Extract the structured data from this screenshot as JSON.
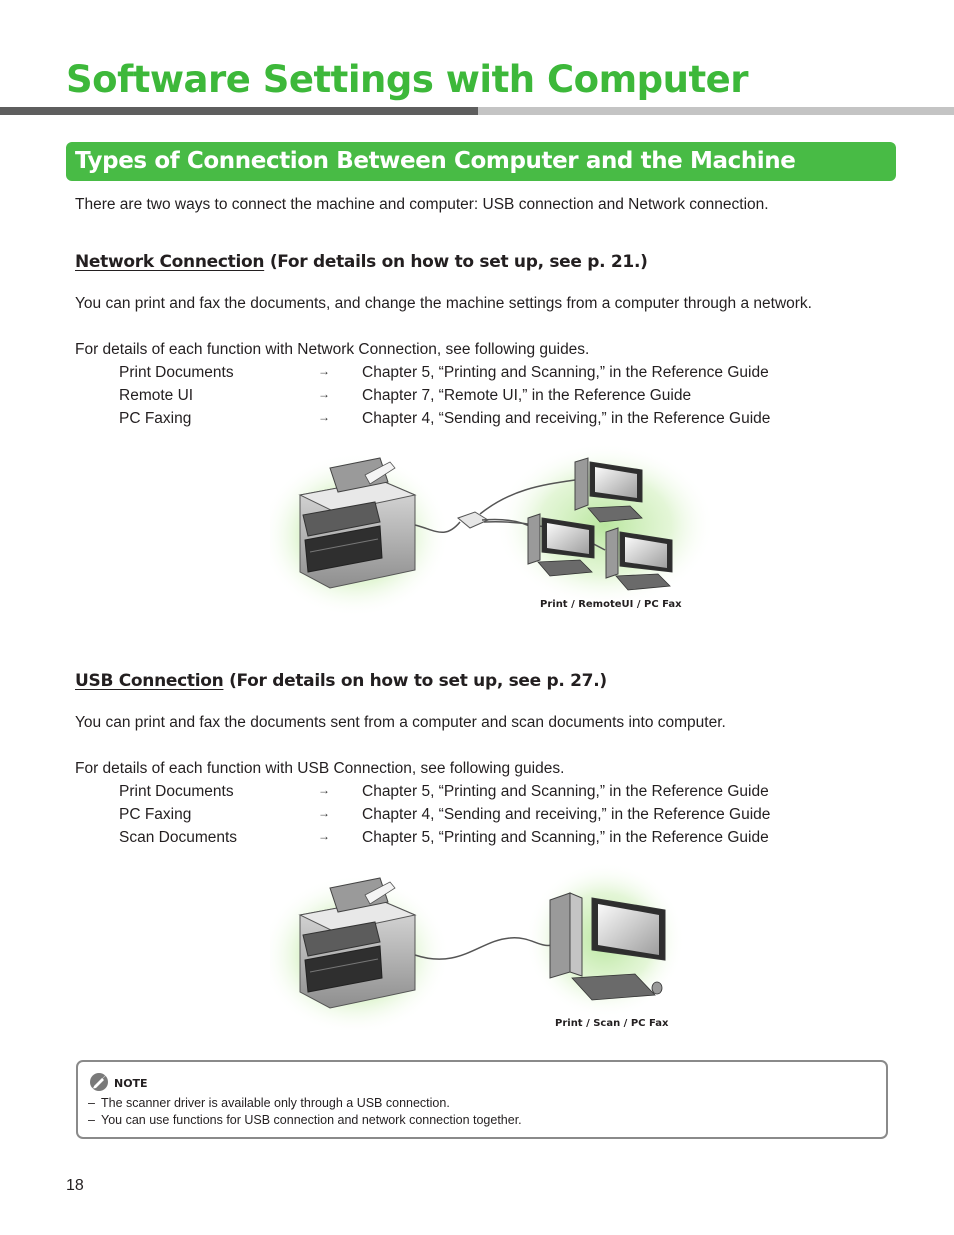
{
  "page": {
    "title": "Software Settings with Computer",
    "section_title": "Types of Connection Between Computer and the Machine",
    "intro": "There are two ways to connect the machine and computer: USB connection and Network connection.",
    "page_number": "18"
  },
  "network": {
    "heading": "Network Connection",
    "heading_detail": "(For details on how to set up, see p. 21.)",
    "description": "You can print and fax the documents, and change the machine settings from a computer through a network.",
    "guides_intro": "For details of each function with Network Connection, see following guides.",
    "guides": [
      {
        "function": "Print Documents",
        "reference": "Chapter 5, “Printing and Scanning,” in the Reference Guide"
      },
      {
        "function": "Remote UI",
        "reference": "Chapter 7, “Remote UI,” in the Reference Guide"
      },
      {
        "function": "PC Faxing",
        "reference": "Chapter 4, “Sending and receiving,” in the Reference Guide"
      }
    ],
    "diagram_caption": "Print / RemoteUI / PC Fax"
  },
  "usb": {
    "heading": "USB Connection",
    "heading_detail": "(For details on how to set up, see p. 27.)",
    "description": "You can print and fax the documents sent from a computer and scan documents into computer.",
    "guides_intro": "For details of each function with USB Connection, see following guides.",
    "guides": [
      {
        "function": "Print Documents",
        "reference": "Chapter 5, “Printing and Scanning,” in the Reference Guide"
      },
      {
        "function": "PC Faxing",
        "reference": "Chapter 4, “Sending and receiving,” in the Reference Guide"
      },
      {
        "function": "Scan Documents",
        "reference": "Chapter 5, “Printing and Scanning,” in the Reference Guide"
      }
    ],
    "diagram_caption": "Print / Scan / PC Fax"
  },
  "arrow_glyph": "→",
  "note": {
    "label": "NOTE",
    "dash": "–",
    "items": [
      "The scanner driver is available only through a USB connection.",
      "You can use functions for USB connection and network connection together."
    ]
  },
  "colors": {
    "title_green": "#3db83a",
    "section_green": "#48bb45",
    "rule_dark": "#5e5e5e",
    "rule_light": "#c4c4c4"
  }
}
